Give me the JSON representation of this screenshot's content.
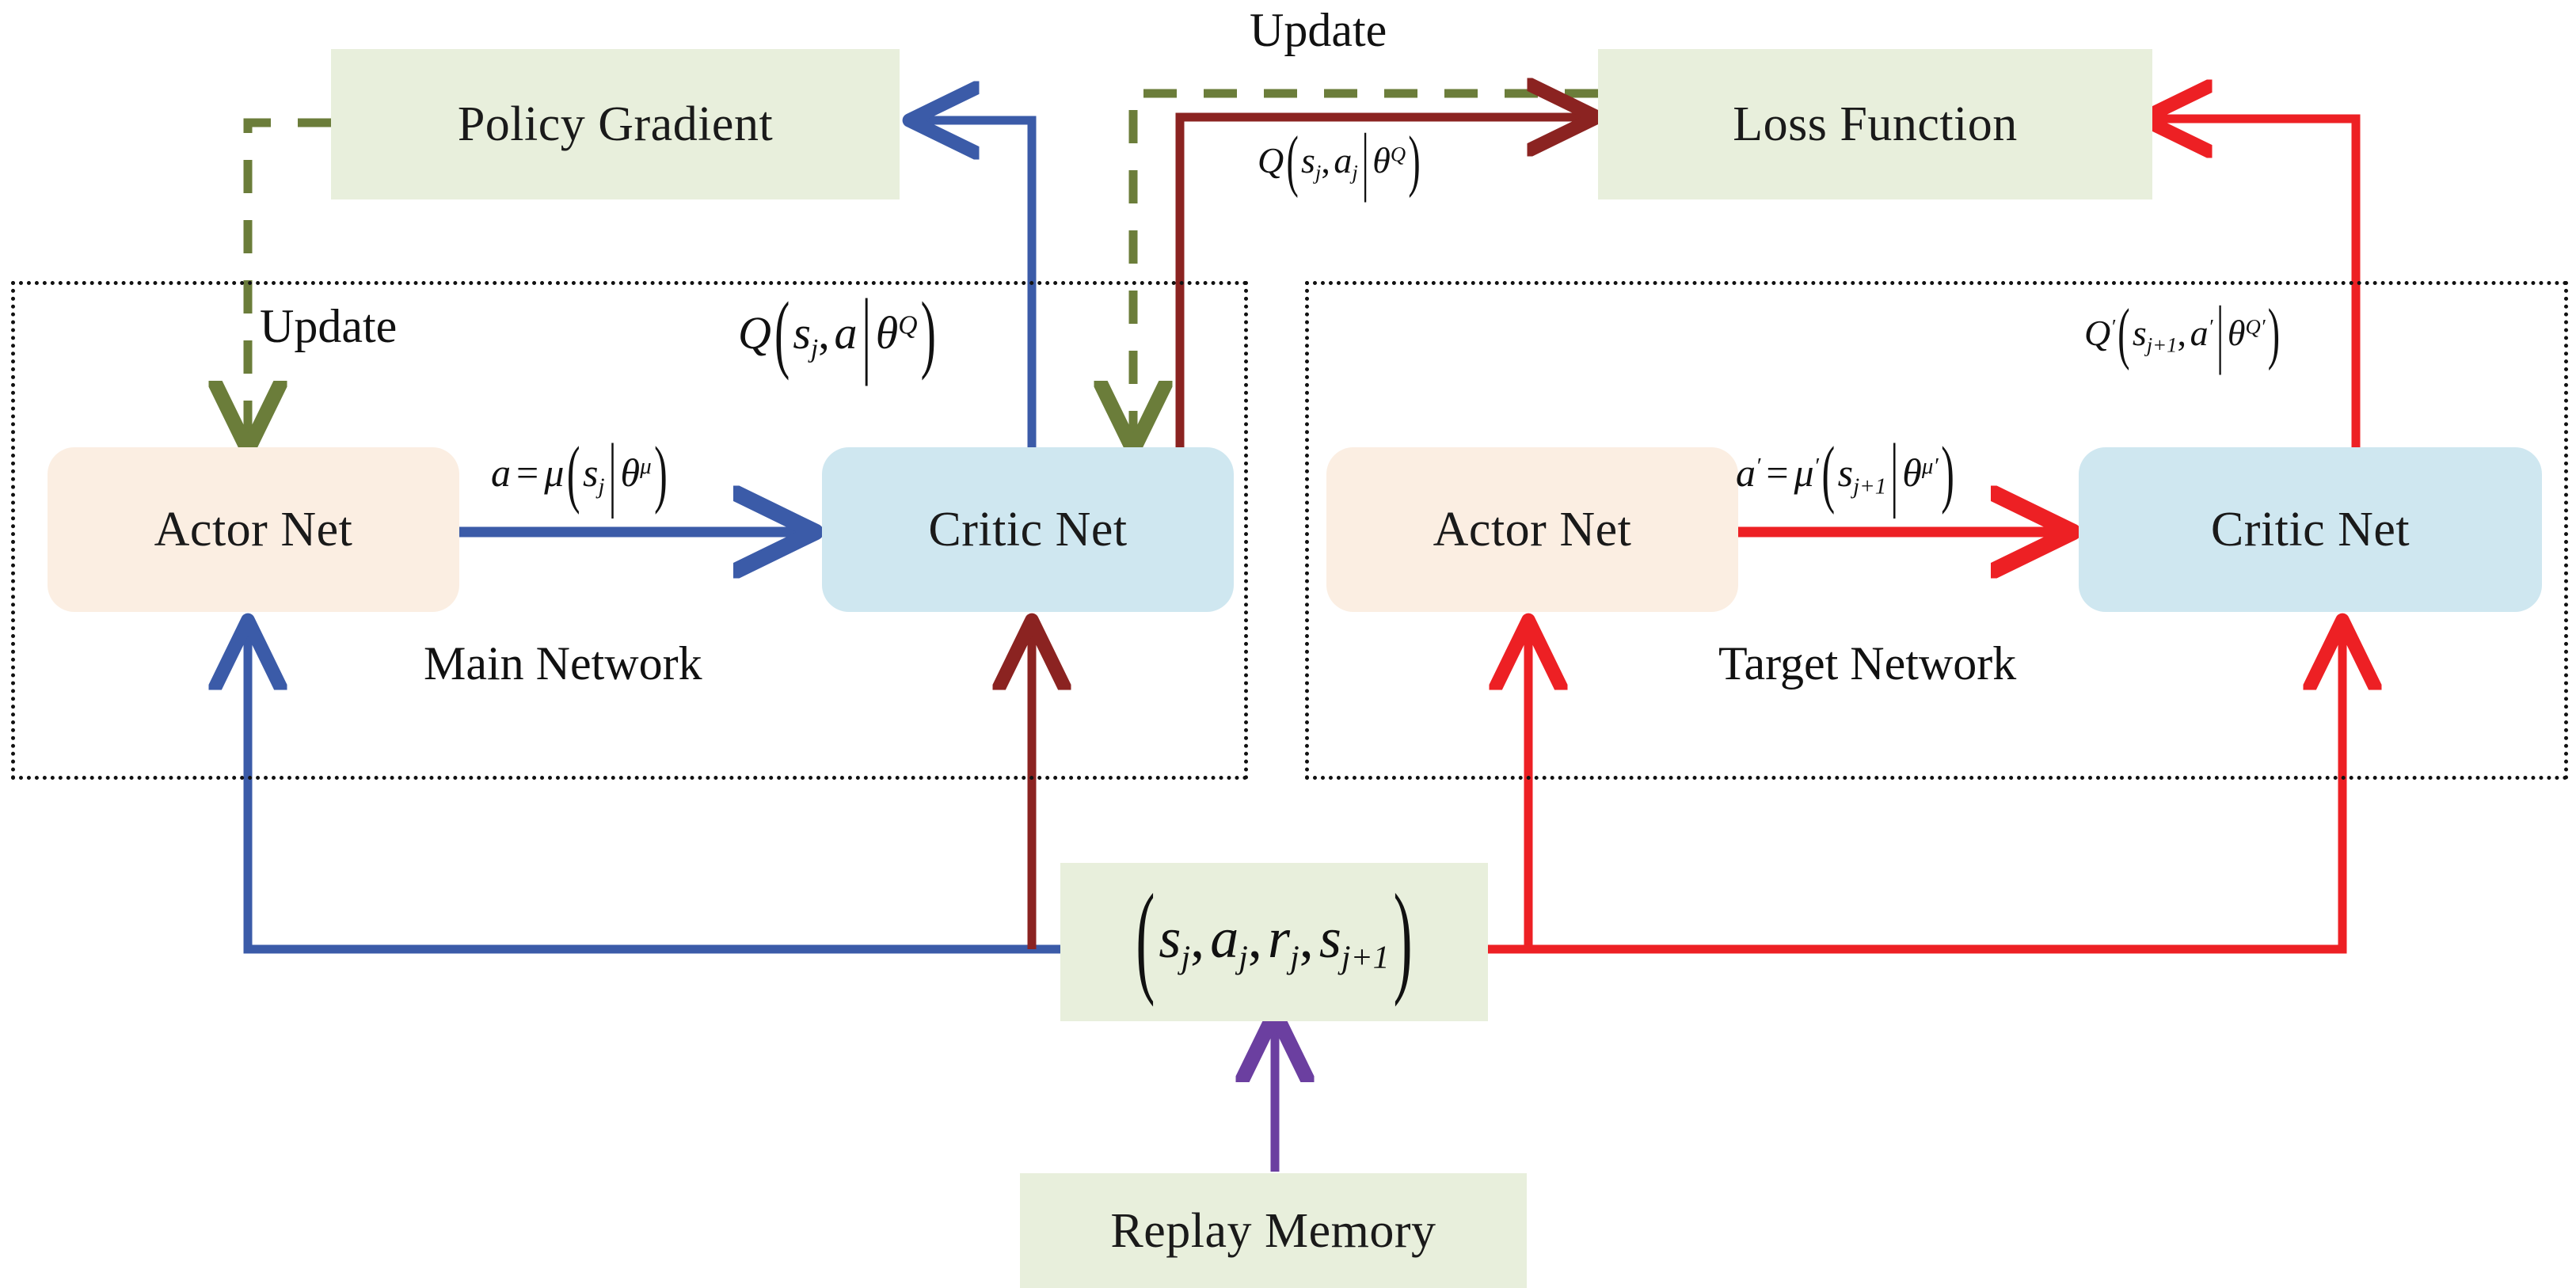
{
  "diagram": {
    "title": "Actor-Critic DDPG architecture with main network, target network and replay memory",
    "colors": {
      "green_box": "#e8efdc",
      "peach_box": "#fbeee2",
      "blue_box": "#cfe7f0",
      "blue_arrow": "#3b5ba8",
      "red_arrow": "#ed2024",
      "dark_red_arrow": "#8b2321",
      "green_dashed_arrow": "#6b7d3a",
      "purple_arrow": "#6b3fa0",
      "frame_dotted": "#111111"
    },
    "boxes": {
      "policy_gradient": "Policy Gradient",
      "loss_function": "Loss Function",
      "main_actor": "Actor Net",
      "main_critic": "Critic Net",
      "target_actor": "Actor Net",
      "target_critic": "Critic Net",
      "replay_memory": "Replay Memory",
      "transition_tuple": "(s_j, a_j, r_j, s_{j+1})"
    },
    "group_labels": {
      "main_network": "Main Network",
      "target_network": "Target Network"
    },
    "arrow_labels": {
      "update_left": "Update",
      "update_top": "Update"
    },
    "formulas": {
      "q_main_critic": "Q(s_j, a | θ^Q)",
      "q_to_loss": "Q(s_j, a_j | θ^Q)",
      "a_main": "a = μ(s_j | θ^μ)",
      "a_target": "a' = μ'(s_{j+1} | θ^{μ'})",
      "q_target_critic": "Q'(s_{j+1}, a' | θ^{Q'})"
    }
  }
}
